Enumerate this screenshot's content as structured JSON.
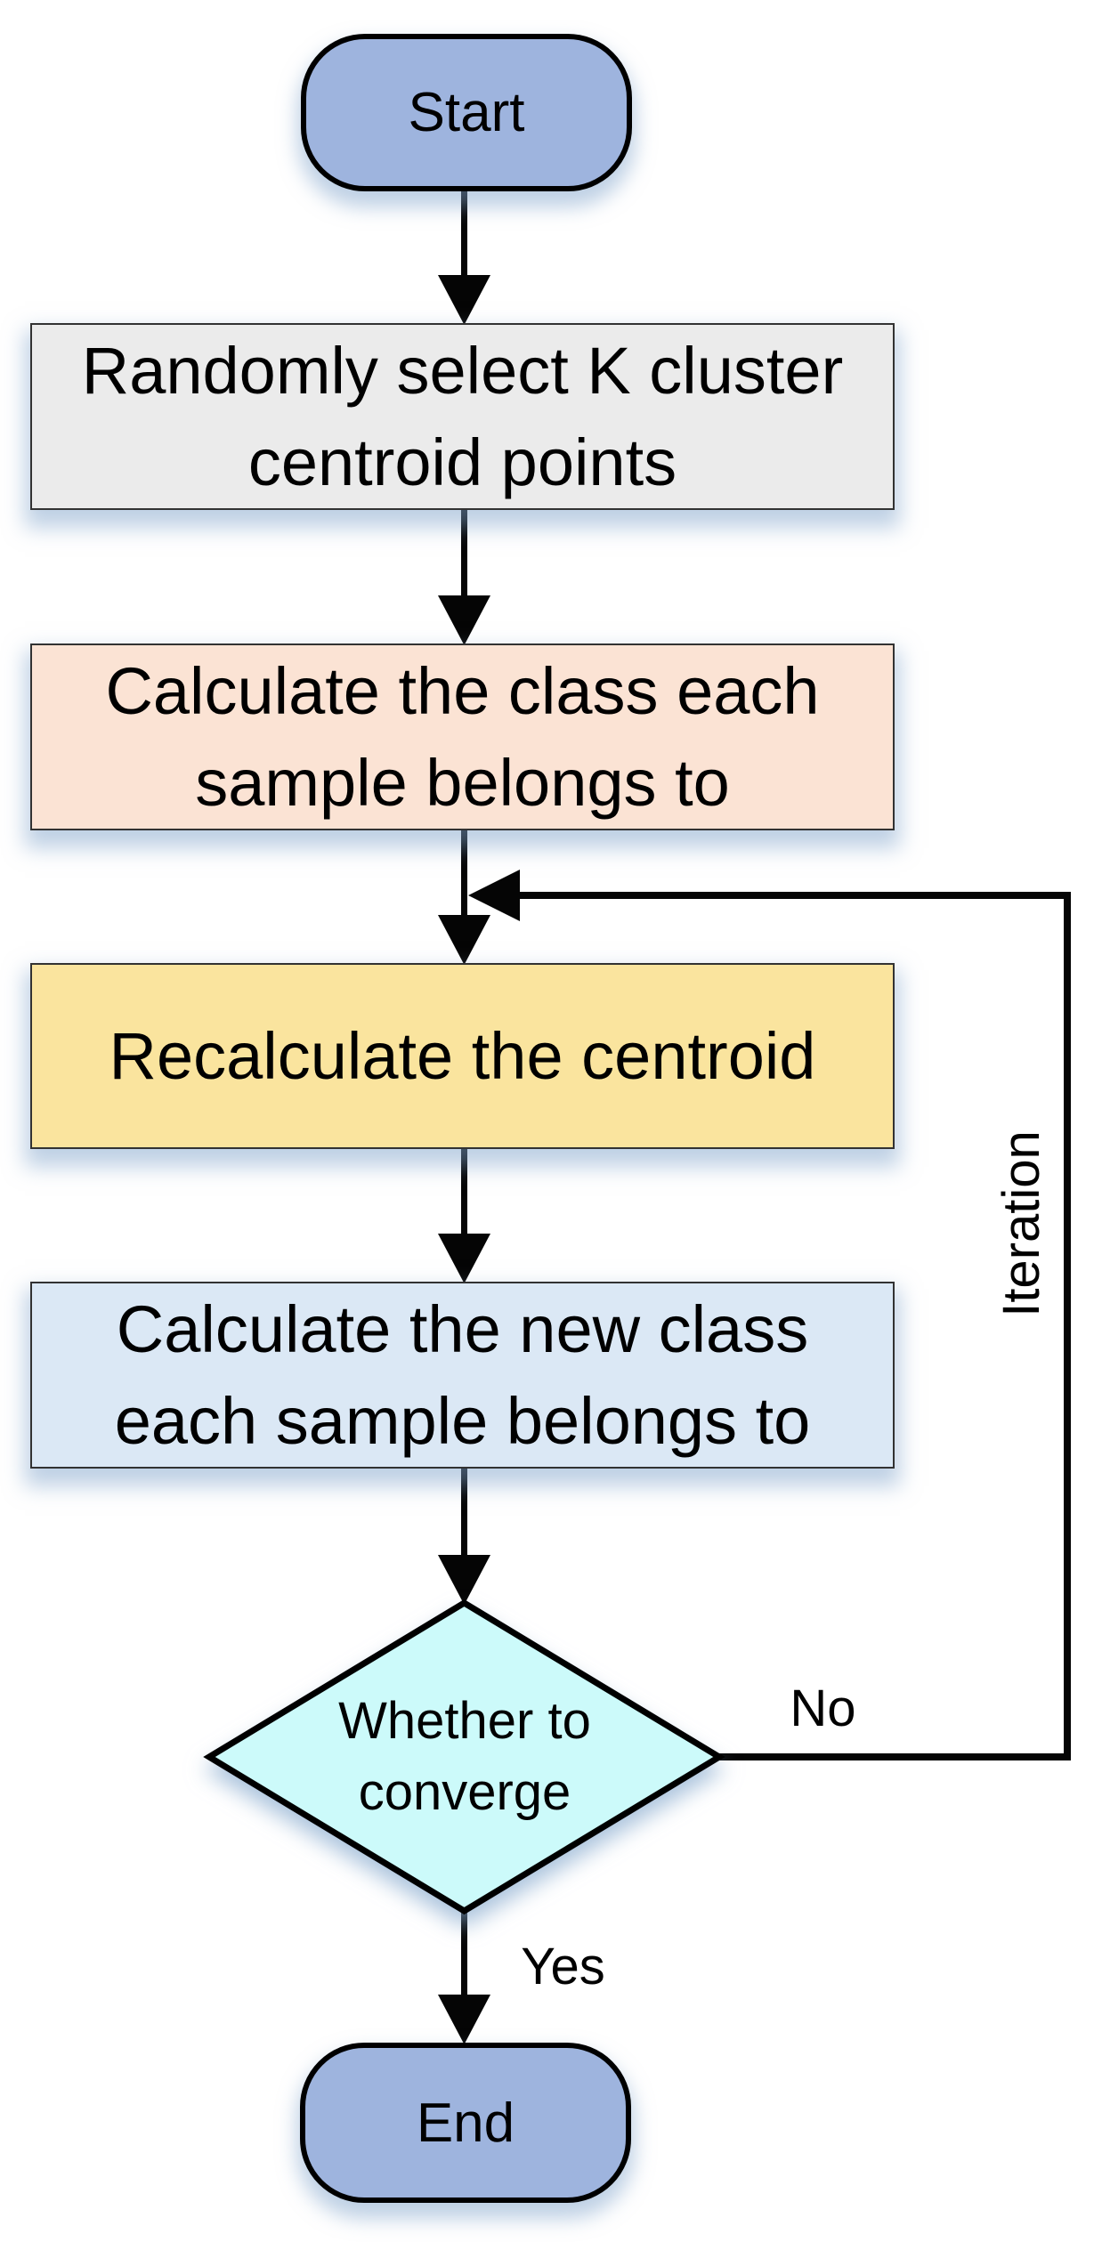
{
  "nodes": {
    "start": {
      "label": "Start",
      "type": "terminal"
    },
    "step1": {
      "label": "Randomly select K cluster\ncentroid points",
      "type": "process"
    },
    "step2": {
      "label": "Calculate the class each\nsample belongs to",
      "type": "process"
    },
    "step3": {
      "label": "Recalculate the centroid",
      "type": "process"
    },
    "step4": {
      "label": "Calculate the new class\neach sample belongs to",
      "type": "process"
    },
    "decision": {
      "label": "Whether to\nconverge",
      "type": "decision"
    },
    "end": {
      "label": "End",
      "type": "terminal"
    }
  },
  "edge_labels": {
    "no": "No",
    "yes": "Yes",
    "iteration": "Iteration"
  },
  "edges": [
    {
      "from": "start",
      "to": "step1"
    },
    {
      "from": "step1",
      "to": "step2"
    },
    {
      "from": "step2",
      "to": "step3"
    },
    {
      "from": "step3",
      "to": "step4"
    },
    {
      "from": "step4",
      "to": "decision"
    },
    {
      "from": "decision",
      "to": "step3",
      "label": "No",
      "via": "Iteration loop"
    },
    {
      "from": "decision",
      "to": "end",
      "label": "Yes"
    }
  ],
  "colors": {
    "terminal_fill": "#9EB4DE",
    "step1_fill": "#EBEBEB",
    "step2_fill": "#FBE3D4",
    "step3_fill": "#FAE49E",
    "step4_fill": "#DBE8F5",
    "decision_fill": "#CCFAFA",
    "line": "#050505"
  }
}
